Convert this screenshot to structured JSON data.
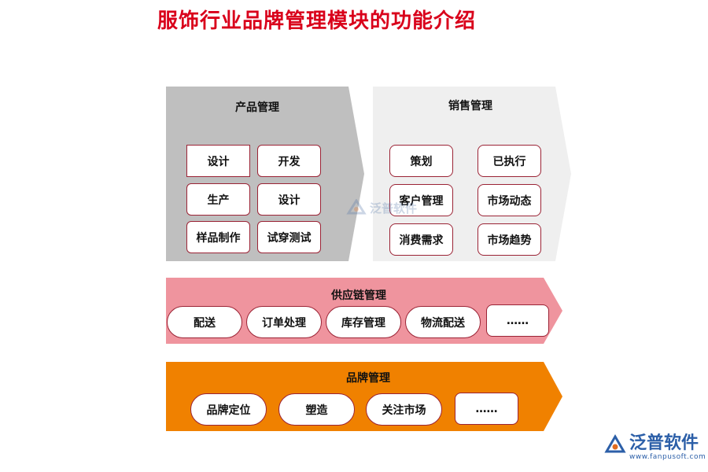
{
  "title": "服饰行业品牌管理模块的功能介绍",
  "colors": {
    "title": "#d9001b",
    "product_panel": "#bfbfbf",
    "sales_panel": "#efefef",
    "supply_panel": "#ef949e",
    "brand_panel": "#f08100",
    "box_border": "#9b2335"
  },
  "product": {
    "title": "产品管理",
    "items": [
      "设计",
      "开发",
      "生产",
      "设计",
      "样品制作",
      "试穿测试"
    ]
  },
  "sales": {
    "title": "销售管理",
    "items": [
      "策划",
      "已执行",
      "客户管理",
      "市场动态",
      "消费需求",
      "市场趋势"
    ]
  },
  "supply": {
    "title": "供应链管理",
    "items": [
      "配送",
      "订单处理",
      "库存管理",
      "物流配送",
      "……"
    ]
  },
  "brand": {
    "title": "品牌管理",
    "items": [
      "品牌定位",
      "塑造",
      "关注市场",
      "……"
    ]
  },
  "watermark": {
    "text": "泛普软件",
    "icon": "fanpu-logo-icon"
  },
  "logo": {
    "text": "泛普软件",
    "url": "www.fanpusoft.com",
    "icon": "fanpu-logo-icon"
  }
}
